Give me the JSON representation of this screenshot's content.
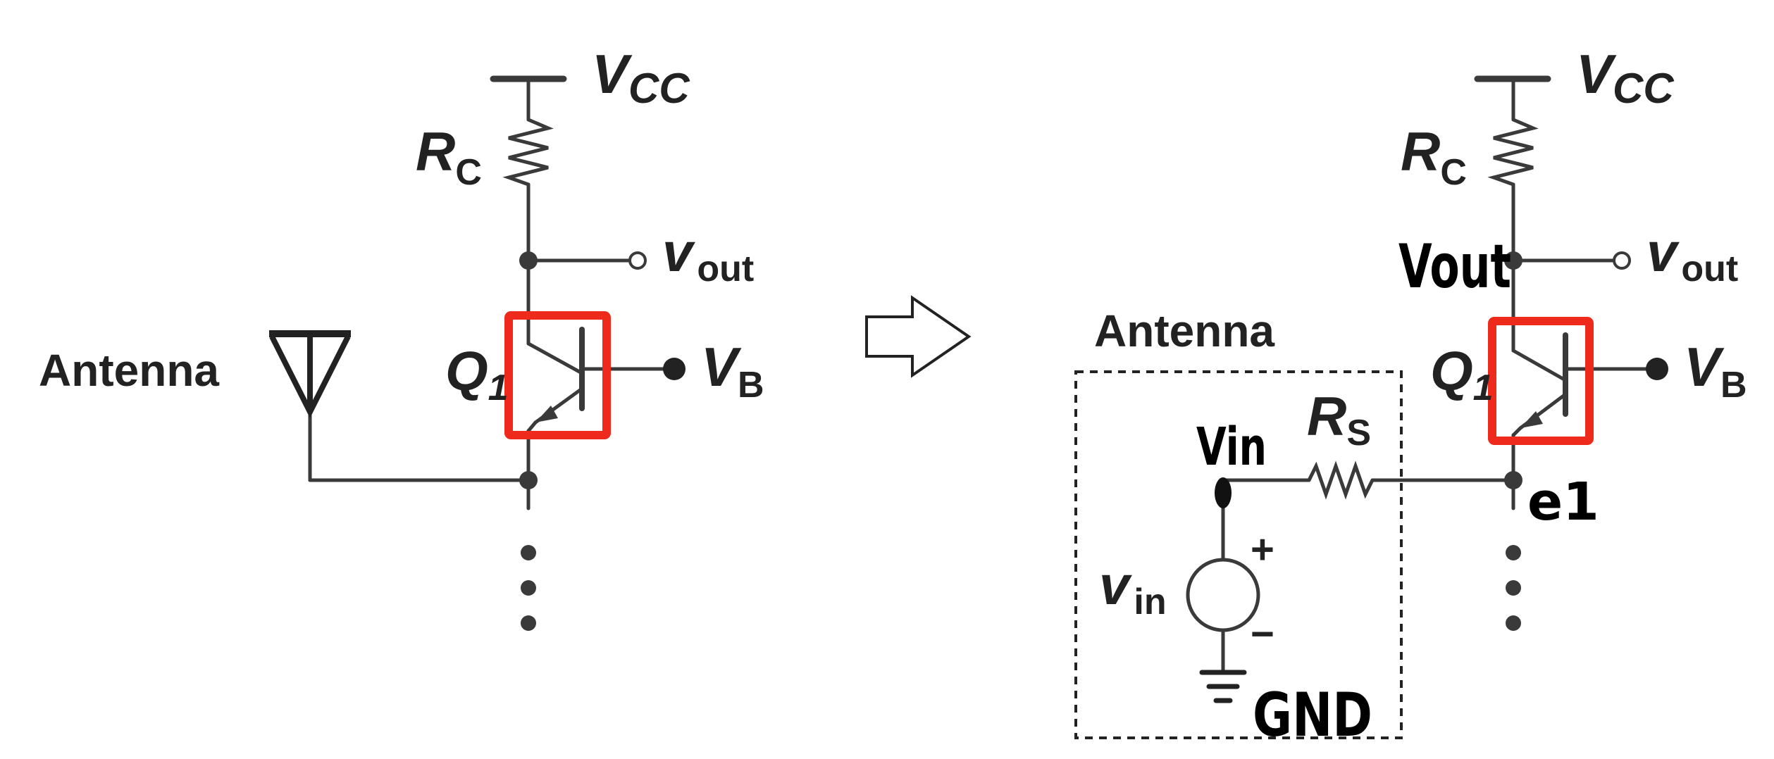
{
  "colors": {
    "wire": "#3a3a3a",
    "highlight": "#ee2a1d",
    "background": "#ffffff"
  },
  "left_circuit": {
    "vcc_label": "V",
    "vcc_sub": "CC",
    "rc_label": "R",
    "rc_sub": "C",
    "vout_label": "v",
    "vout_sub": "out",
    "vb_label": "V",
    "vb_sub": "B",
    "q_label": "Q",
    "q_sub": "1",
    "antenna_label": "Antenna"
  },
  "arrow": {
    "icon": "hollow-right-arrow"
  },
  "right_circuit": {
    "vcc_label": "V",
    "vcc_sub": "CC",
    "rc_label": "R",
    "rc_sub": "C",
    "vout_label": "v",
    "vout_sub": "out",
    "vb_label": "V",
    "vb_sub": "B",
    "q_label": "Q",
    "q_sub": "1",
    "antenna_label": "Antenna",
    "rs_label": "R",
    "rs_sub": "S",
    "vin_label": "v",
    "vin_sub": "in",
    "plus_sign": "+",
    "minus_sign": "−"
  },
  "handwritten": {
    "vout_node": "Vout",
    "vin_node": "Vin",
    "emitter_node": "e1",
    "ground": "GND"
  }
}
